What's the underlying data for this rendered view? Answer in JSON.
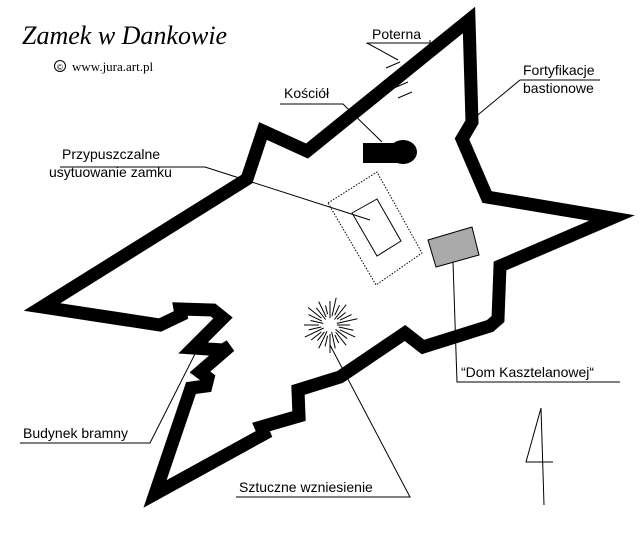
{
  "title": "Zamek w Dankowie",
  "copyright_symbol": "©",
  "website": "www.jura.art.pl",
  "labels": {
    "poterna": "Poterna",
    "fortyfikacje_line1": "Fortyfikacje",
    "fortyfikacje_line2": "bastionowe",
    "kosciol": "Kościół",
    "zamek_line1": "Przypuszczalne",
    "zamek_line2": "usytuowanie zamku",
    "dom": "“Dom Kasztelanowej“",
    "budynek": "Budynek bramny",
    "wzniesienie": "Sztuczne wzniesienie"
  },
  "colors": {
    "wall": "#000000",
    "dom_fill": "#aaaaaa",
    "background": "#ffffff"
  },
  "north_arrow": "north-arrow-icon"
}
